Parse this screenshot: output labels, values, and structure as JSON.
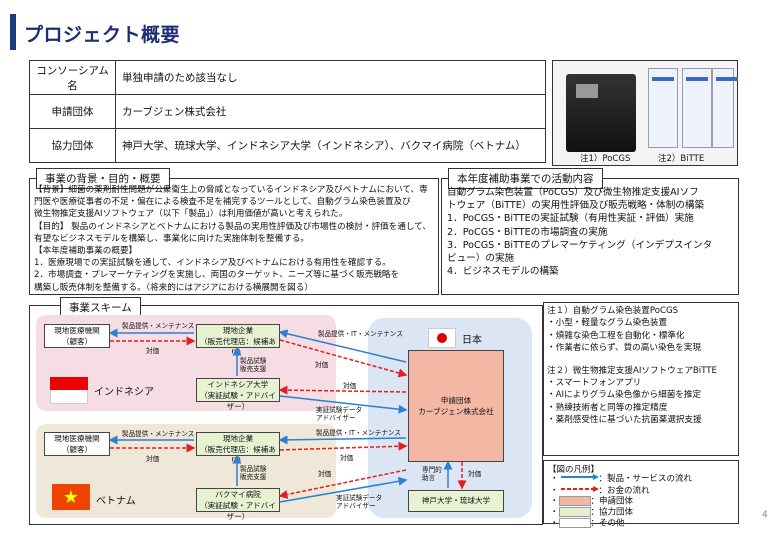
{
  "page": {
    "title": "プロジェクト概要",
    "page_number": "4"
  },
  "info_table": [
    {
      "label": "コンソーシアム名",
      "value": "単独申請のため該当なし"
    },
    {
      "label": "申請団体",
      "value": "カーブジェン株式会社"
    },
    {
      "label": "協力団体",
      "value": "神戸大学、琉球大学、インドネシア大学（インドネシア）、バクマイ病院（ベトナム）"
    }
  ],
  "photo": {
    "caption1": "注1）PoCGS",
    "caption2": "注2）BiTTE"
  },
  "background": {
    "header": "事業の背景・目的・概要",
    "lines": [
      "【背景】細菌の薬剤耐性問題が公衆衛生上の脅威となっているインドネシア及びベトナムにおいて、専",
      "門医や医療従事者の不足・偏在による検査不足を補完するツールとして、自動グラム染色装置及び",
      "微生物推定支援AIソフトウェア（以下「製品」）は利用価値が高いと考えられた。",
      "【目的】 製品のインドネシアとベトナムにおける製品の実用性評価及び市場性の検討・評価を通して、",
      "有望なビジネスモデルを構築し、事業化に向けた実施体制を整備する。",
      "【本年度補助事業の概要】",
      "  1．医療現場での実証試験を通して、インドネシア及びベトナムにおける有用性を確認する。",
      "  2．市場調査・プレマーケティングを実施し、両国のターゲット、ニーズ等に基づく販売戦略を",
      "      構築し販売体制を整備する。（将来的にはアジアにおける横展開を図る）"
    ]
  },
  "activities": {
    "header": "本年度補助事業での活動内容",
    "lines": [
      "自動グラム染色装置（PoCGS）及び微生物推定支援AIソフ",
      "トウェア（BiTTE）の実用性評価及び販売戦略・体制の構築",
      "1．PoCGS・BiTTEの実証試験（有用性実証・評価）実施",
      "2．PoCGS・BiTTEの市場調査の実施",
      "3．PoCGS・BiTTEのプレマーケティング（インデプスインタ",
      "      ビュー）の実施",
      "4．ビジネスモデルの構築"
    ]
  },
  "scheme": {
    "header": "事業スキーム",
    "indonesia": {
      "country": "インドネシア",
      "medical": "現地医療機関\n（顧客）",
      "company": "現地企業\n（販売代理店：候補あり）",
      "univ": "インドネシア大学\n（実証試験・アドバイザー）",
      "label_sales_maint": "製品提供・メンテナンス",
      "label_pay": "対価",
      "label_sales_support": "製品試験\n販売支援",
      "label_maint_it": "製品提供・IT・メンテナンス",
      "label_pay2": "対価",
      "label_pay3": "対価",
      "label_trial": "実証試験データ\nアドバイザー"
    },
    "vietnam": {
      "country": "ベトナム",
      "medical": "現地医療機関\n（顧客）",
      "company": "現地企業\n（販売代理店：候補あり）",
      "hospital": "バクマイ病院\n（実証試験・アドバイザー）",
      "label_sales_maint": "製品提供・メンテナンス",
      "label_pay": "対価",
      "label_sales_support": "製品試験\n販売支援",
      "label_maint_it": "製品提供・IT・メンテナンス",
      "label_pay2": "対価",
      "label_pay3": "対価",
      "label_trial": "実証試験データ\nアドバイザー"
    },
    "japan": {
      "country": "日本",
      "applicant": "申請団体\nカーブジェン株式会社",
      "partners": "神戸大学・琉球大学",
      "label_advice": "専門的\n助言",
      "label_pay": "対価"
    }
  },
  "notes": {
    "lines": [
      "注１）自動グラム染色装置PoCGS",
      "・小型・軽量なグラム染色装置",
      "・煩雑な染色工程を自動化・標準化",
      "・作業者に依らず、質の高い染色を実現",
      "",
      "注２）微生物推定支援AIソフトウェアBiTTE",
      "・スマートフォンアプリ",
      "・AIによりグラム染色像から細菌を推定",
      "・熟練技術者と同等の推定精度",
      "・薬剤感受性に基づいた抗菌薬選択支援"
    ]
  },
  "legend": {
    "title": "【図の凡例】",
    "items": [
      {
        "label": "：製品・サービスの流れ",
        "color": "#2e7fd0"
      },
      {
        "label": "：お金の流れ",
        "color": "#e02020"
      },
      {
        "label": "：申請団体",
        "color": "#f2b8a4"
      },
      {
        "label": "：協力団体",
        "color": "#e3f0cf"
      },
      {
        "label": "：その他",
        "color": "#ffffff"
      }
    ]
  }
}
